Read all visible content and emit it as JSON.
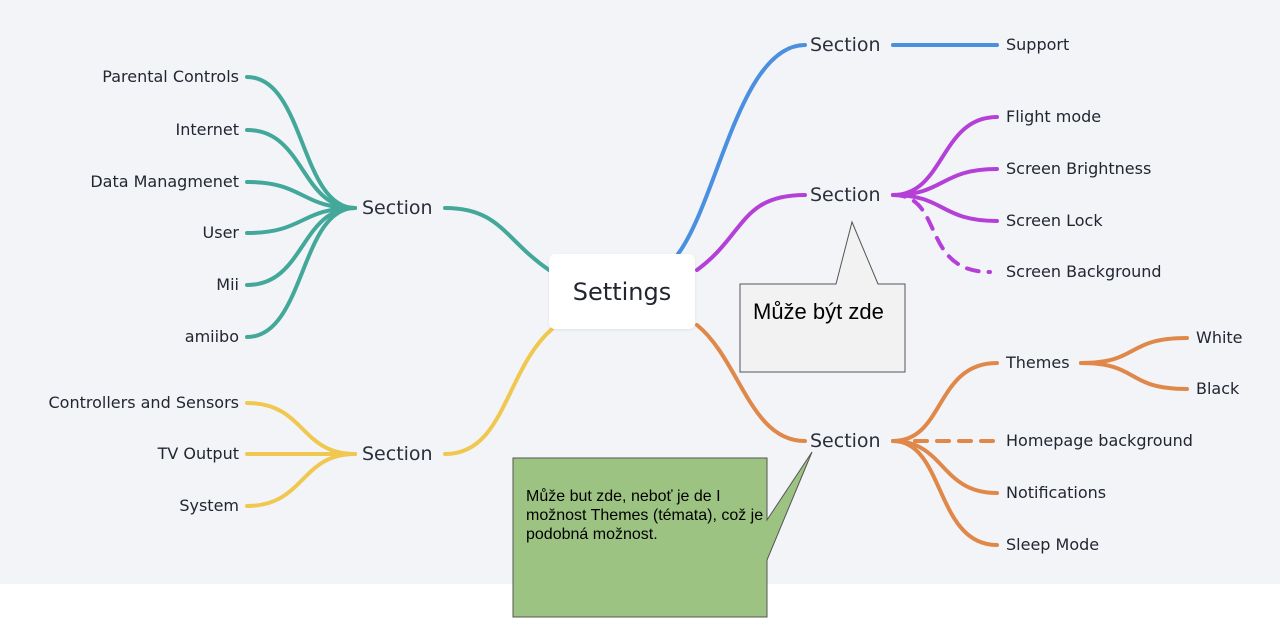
{
  "root": {
    "label": "Settings"
  },
  "sections": [
    {
      "id": "s1",
      "label": "Section",
      "color": "#4a8fe0",
      "children": [
        {
          "label": "Support",
          "dashed": false
        }
      ]
    },
    {
      "id": "s2",
      "label": "Section",
      "color": "#b540d8",
      "children": [
        {
          "label": "Flight mode",
          "dashed": false
        },
        {
          "label": "Screen Brightness",
          "dashed": false
        },
        {
          "label": "Screen Lock",
          "dashed": false
        },
        {
          "label": "Screen Background",
          "dashed": true
        }
      ]
    },
    {
      "id": "s3",
      "label": "Section",
      "color": "#e0884a",
      "children": [
        {
          "label": "Themes",
          "dashed": false,
          "children": [
            {
              "label": "White"
            },
            {
              "label": "Black"
            }
          ]
        },
        {
          "label": "Homepage background",
          "dashed": true
        },
        {
          "label": "Notifications",
          "dashed": false
        },
        {
          "label": "Sleep Mode",
          "dashed": false
        }
      ]
    },
    {
      "id": "s4",
      "label": "Section",
      "color": "#43a89a",
      "children": [
        {
          "label": "Parental Controls"
        },
        {
          "label": "Internet"
        },
        {
          "label": "Data Managmenet"
        },
        {
          "label": "User"
        },
        {
          "label": "Mii"
        },
        {
          "label": "amiibo"
        }
      ]
    },
    {
      "id": "s5",
      "label": "Section",
      "color": "#f0c850",
      "children": [
        {
          "label": "Controllers and Sensors"
        },
        {
          "label": "TV Output"
        },
        {
          "label": "System"
        }
      ]
    }
  ],
  "callouts": [
    {
      "text": "Může být zde",
      "fill": "#f2f2f2",
      "stroke": "#555555"
    },
    {
      "text": "Může but zde, neboť je de I možnost Themes (témata), což je podobná možnost.",
      "fill": "#9dc383",
      "stroke": "#555555"
    }
  ]
}
